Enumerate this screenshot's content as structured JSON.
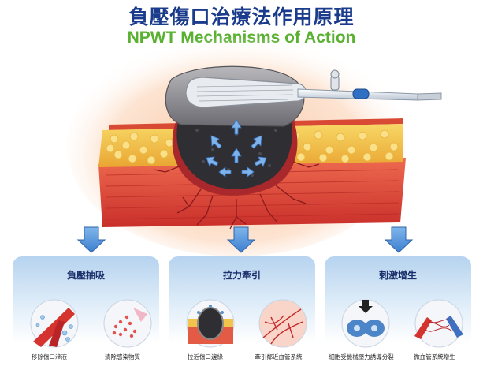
{
  "title_zh": "負壓傷口治療法作用原理",
  "title_en": "NPWT Mechanisms of Action",
  "panels": [
    {
      "title": "負壓抽吸",
      "captions": [
        "移除傷口滲液",
        "清除感染物質"
      ]
    },
    {
      "title": "拉力牽引",
      "captions": [
        "拉近傷口邊緣",
        "牽引鄰近血管系統"
      ]
    },
    {
      "title": "刺激增生",
      "captions": [
        "細胞受機械壓力誘導分裂",
        "微血管系統增生"
      ]
    }
  ],
  "colors": {
    "title_blue": "#1b3c8c",
    "title_green": "#5ab031",
    "arrow_blue": "#4d8fd6",
    "tissue_red": "#d9483a",
    "fat_yellow": "#f3c44b"
  }
}
